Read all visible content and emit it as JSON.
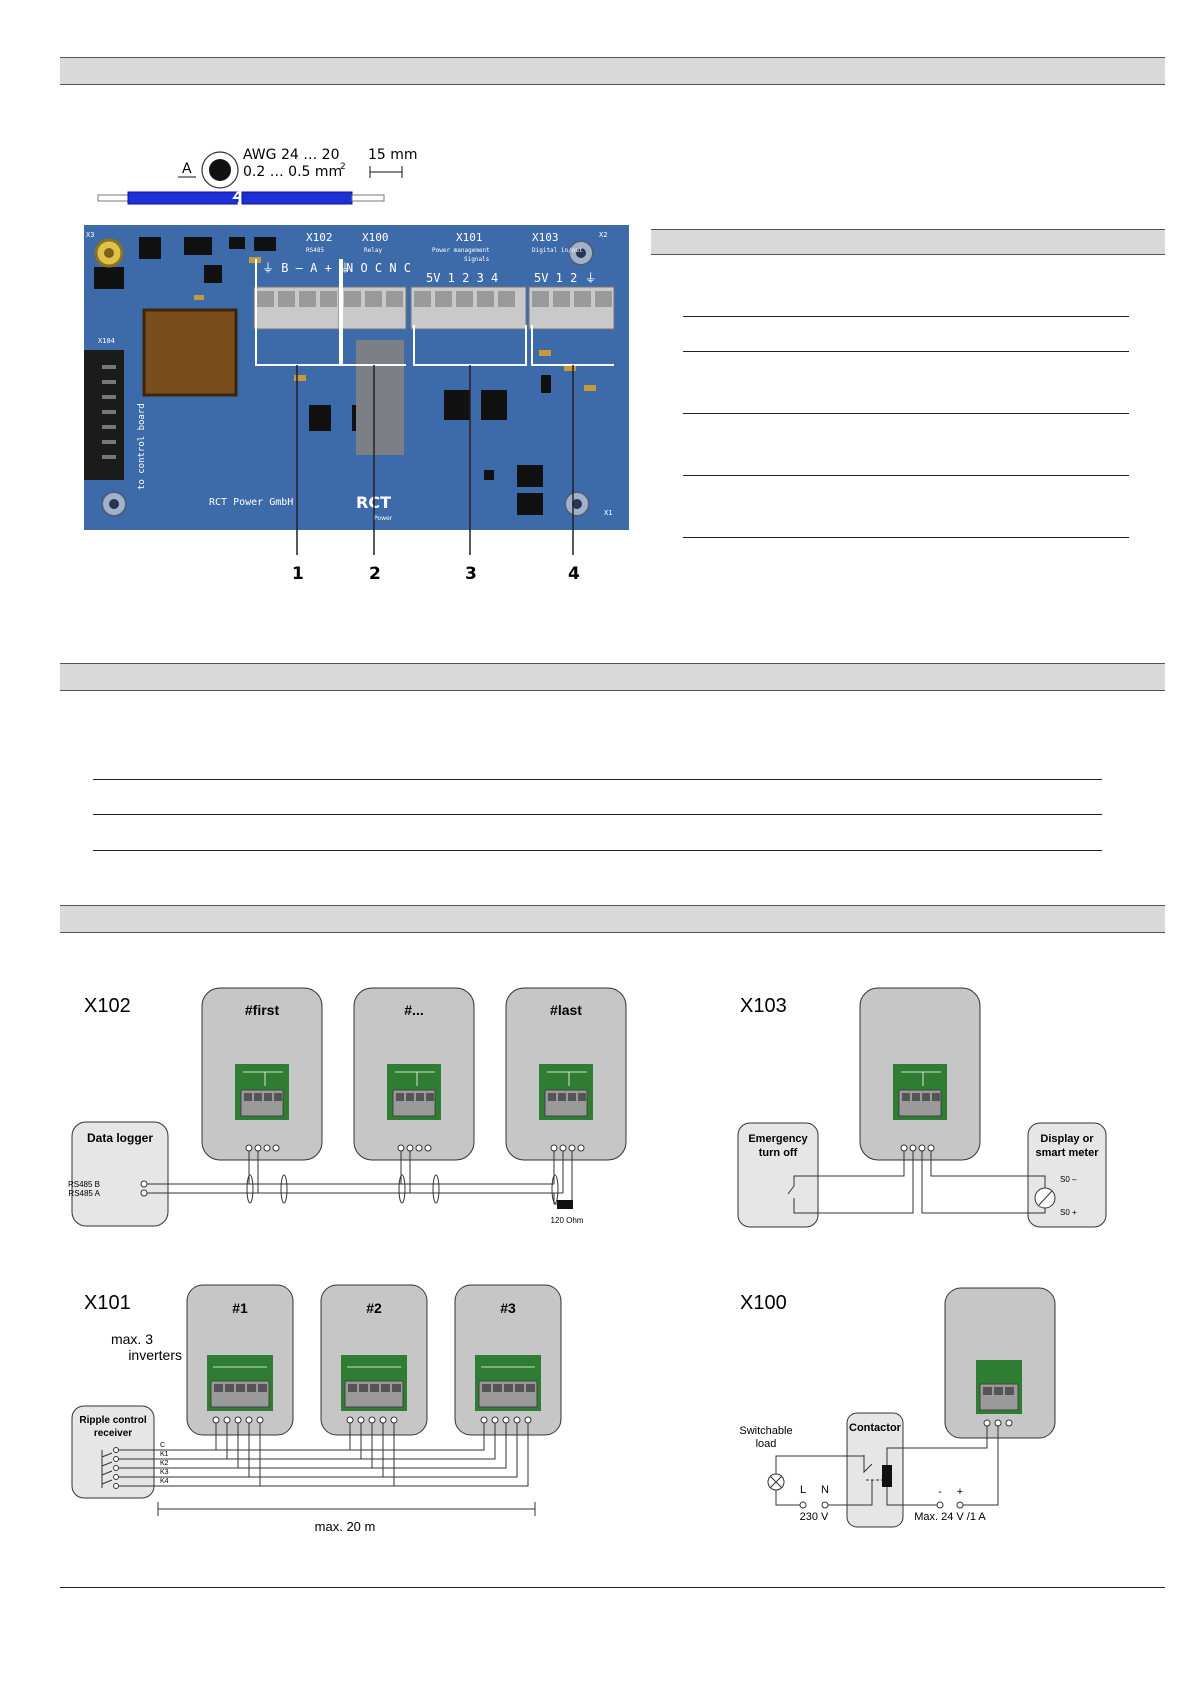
{
  "cable_spec": {
    "label_a": "A",
    "awg": "AWG 24 … 20",
    "cross_section": "0.2 … 0.5 mm",
    "cross_section_sup": "2",
    "strip_length": "15 mm"
  },
  "pcb": {
    "headers": [
      {
        "id": "X102",
        "sub": "RS485",
        "pins": "⏚ B – A + ⏚"
      },
      {
        "id": "X100",
        "sub": "Relay",
        "pins": "N O C N C"
      },
      {
        "id": "X101",
        "sub": "Power management",
        "sub2": "Signals",
        "pins": "5V 1 2 3 4"
      },
      {
        "id": "X103",
        "sub": "Digital in/out",
        "pins": "5V 1 2 ⏚"
      }
    ],
    "side_connector": "X104",
    "side_connector_text": "to control board",
    "maker": "RCT Power GmbH",
    "logo": "RCT",
    "logo_sub": "Power",
    "mount_labels": [
      "X3",
      "X2",
      "X1"
    ],
    "callouts": [
      "1",
      "2",
      "3",
      "4"
    ]
  },
  "diagrams": {
    "x102": {
      "title": "X102",
      "devices": [
        "#first",
        "#...",
        "#last"
      ],
      "logger": "Data logger",
      "lines": [
        "RS485 B",
        "RS485 A"
      ],
      "terminator": "120 Ohm"
    },
    "x103": {
      "title": "X103",
      "left_box": [
        "Emergency",
        "turn off"
      ],
      "right_box": [
        "Display or",
        "smart meter"
      ],
      "pins": [
        "S0 –",
        "S0 +"
      ]
    },
    "x101": {
      "title": "X101",
      "devices": [
        "#1",
        "#2",
        "#3"
      ],
      "note": [
        "max. 3",
        "inverters"
      ],
      "receiver": [
        "Ripple control",
        "receiver"
      ],
      "lines": [
        "C",
        "K1",
        "K2",
        "K3",
        "K4"
      ],
      "distance": "max. 20 m"
    },
    "x100": {
      "title": "X100",
      "load": [
        "Switchable",
        "load"
      ],
      "contactor": "Contactor",
      "mains": [
        "L",
        "N",
        "230  V"
      ],
      "dc": [
        "-",
        "+",
        "Max. 24 V /1 A"
      ]
    }
  },
  "colors": {
    "pcb_blue": "#3d6aa8",
    "section_header": "#d9d9d9",
    "device_grey": "#c6c6c6",
    "terminal_green": "#2e7d32",
    "wire_blue": "#1d2fd6"
  }
}
